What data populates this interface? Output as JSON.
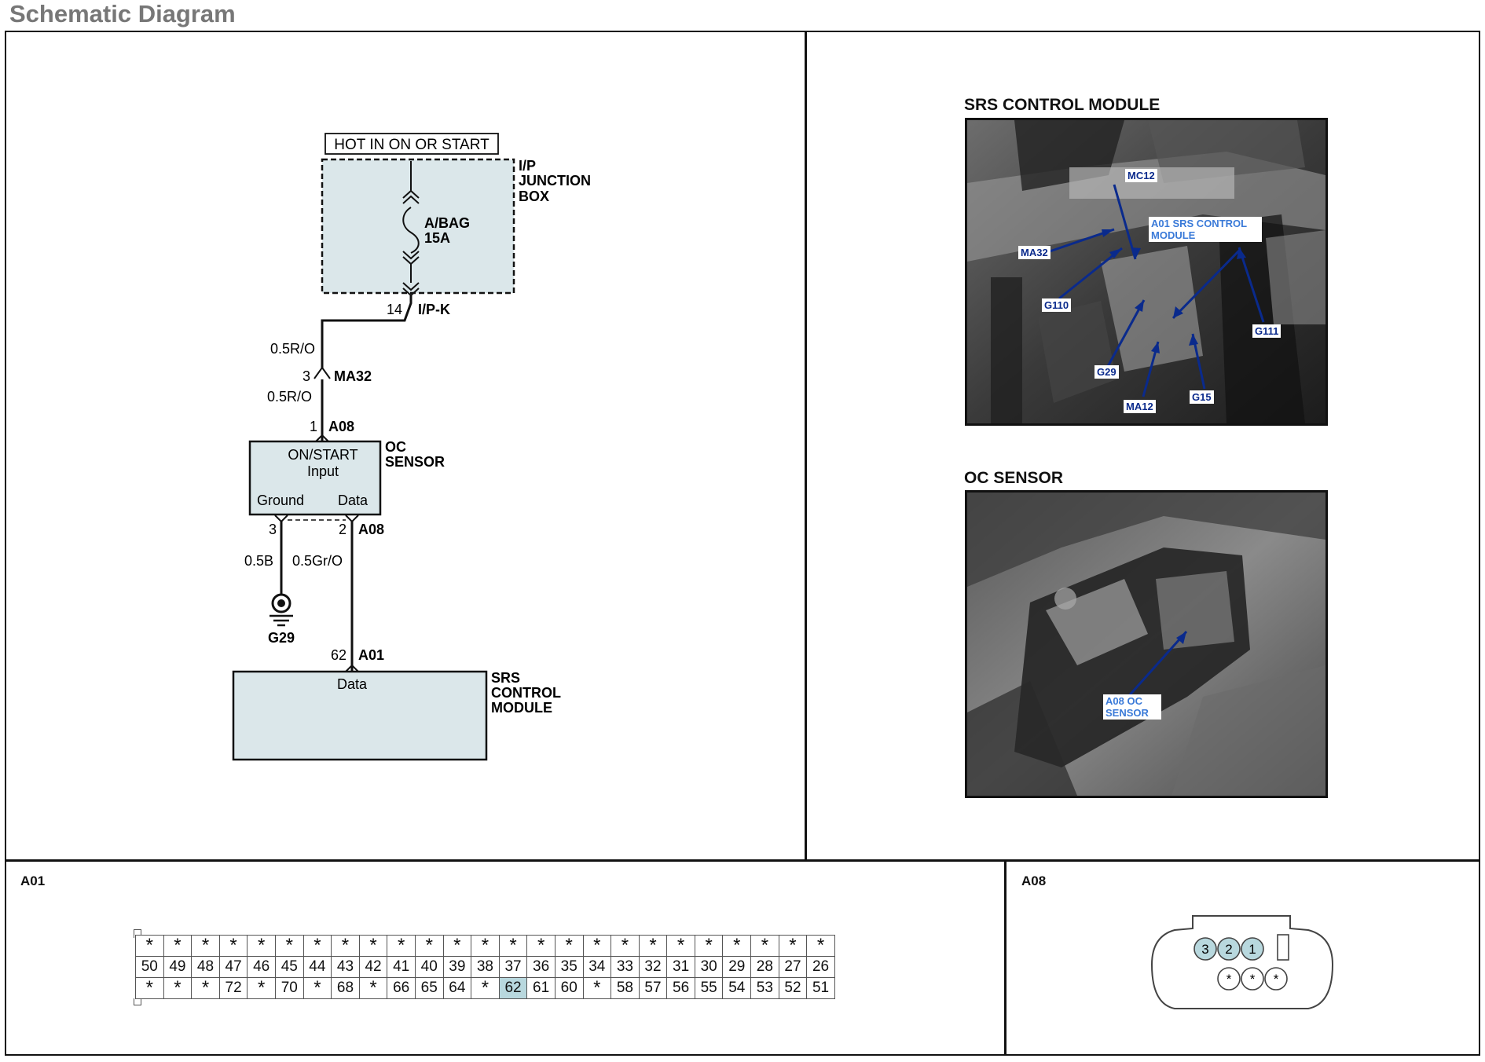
{
  "title": "Schematic Diagram",
  "schematic": {
    "hot_label": "HOT IN ON OR START",
    "junction_box": [
      "I/P",
      "JUNCTION",
      "BOX"
    ],
    "fuse_name": "A/BAG",
    "fuse_rating": "15A",
    "jb_pin": "14",
    "jb_conn": "I/P-K",
    "wire_1": "0.5R/O",
    "ma32_pin": "3",
    "ma32": "MA32",
    "wire_2": "0.5R/O",
    "a08_top_pin": "1",
    "a08_top": "A08",
    "oc_box_line1": "ON/START",
    "oc_box_line2": "Input",
    "oc_ground": "Ground",
    "oc_data": "Data",
    "oc_label": [
      "OC",
      "SENSOR"
    ],
    "a08_pin3": "3",
    "a08_pin2": "2",
    "a08_bot": "A08",
    "wire_ground": "0.5B",
    "wire_data": "0.5Gr/O",
    "ground_name": "G29",
    "a01_pin": "62",
    "a01": "A01",
    "srs_box_text": "Data",
    "srs_label": [
      "SRS",
      "CONTROL",
      "MODULE"
    ]
  },
  "photos": {
    "srs": {
      "title": "SRS CONTROL MODULE",
      "labels": [
        "MC12",
        "A01 SRS CONTROL MODULE",
        "MA32",
        "G110",
        "G111",
        "G29",
        "G15",
        "MA12"
      ]
    },
    "oc": {
      "title": "OC SENSOR",
      "labels": [
        "A08 OC SENSOR"
      ]
    }
  },
  "connectors": {
    "a01": {
      "name": "A01",
      "rows": [
        [
          "*",
          "*",
          "*",
          "*",
          "*",
          "*",
          "*",
          "*",
          "*",
          "*",
          "*",
          "*",
          "*",
          "*",
          "*",
          "*",
          "*",
          "*",
          "*",
          "*",
          "*",
          "*",
          "*",
          "*",
          "*"
        ],
        [
          "50",
          "49",
          "48",
          "47",
          "46",
          "45",
          "44",
          "43",
          "42",
          "41",
          "40",
          "39",
          "38",
          "37",
          "36",
          "35",
          "34",
          "33",
          "32",
          "31",
          "30",
          "29",
          "28",
          "27",
          "26"
        ],
        [
          "*",
          "*",
          "*",
          "72",
          "*",
          "70",
          "*",
          "68",
          "*",
          "66",
          "65",
          "64",
          "*",
          "62",
          "61",
          "60",
          "*",
          "58",
          "57",
          "56",
          "55",
          "54",
          "53",
          "52",
          "51"
        ]
      ],
      "highlight": "62"
    },
    "a08": {
      "name": "A08",
      "top_pins": [
        "3",
        "2",
        "1"
      ],
      "bottom_pins": [
        "*",
        "*",
        "*"
      ]
    }
  },
  "colors": {
    "box_fill": "#dbe7ea",
    "pin_highlight": "#b8d8de",
    "photo_label_bg": "#0a2a8c",
    "photo_label_text": "#3a7ad8"
  }
}
